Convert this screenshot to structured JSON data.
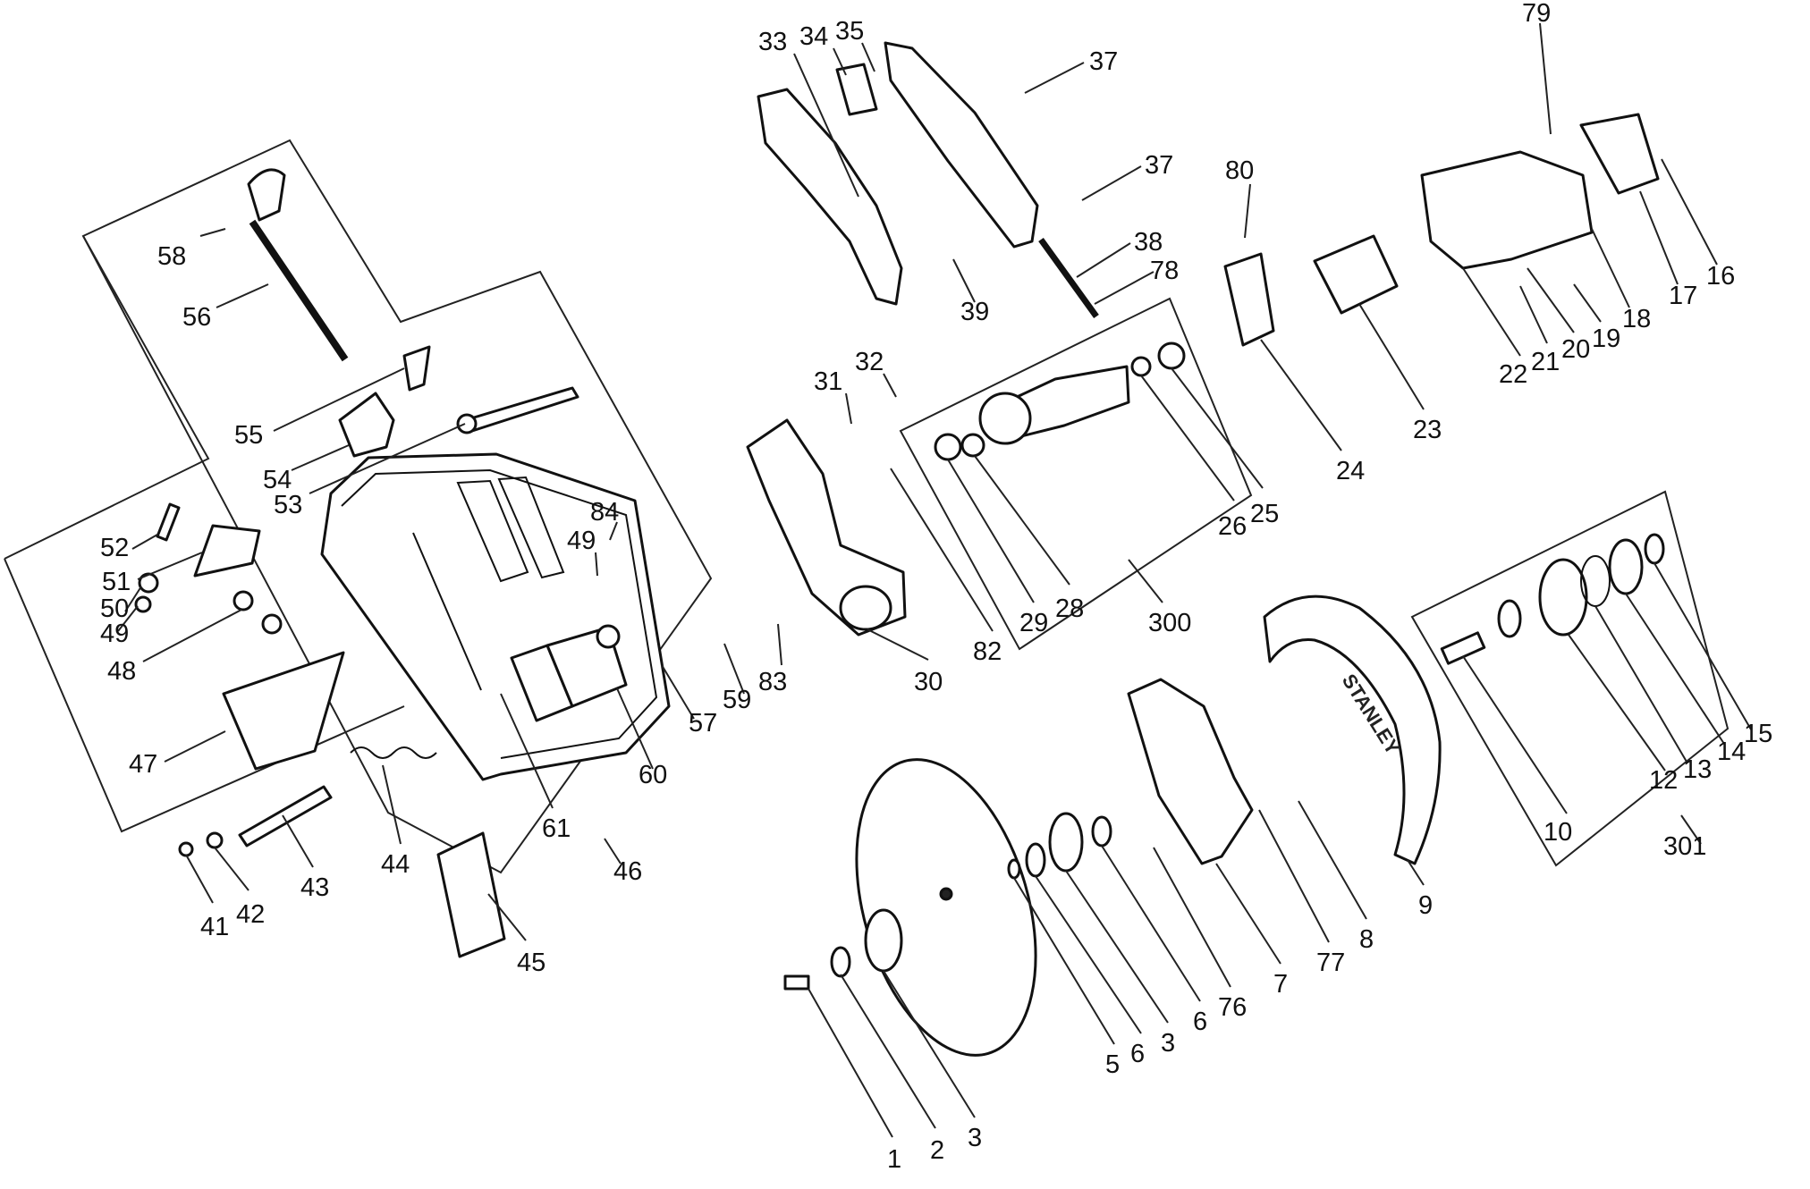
{
  "callouts": {
    "c1": "1",
    "c2": "2",
    "c3a": "3",
    "c3b": "3",
    "c5": "5",
    "c6a": "6",
    "c6b": "6",
    "c7": "7",
    "c8": "8",
    "c9": "9",
    "c10": "10",
    "c12": "12",
    "c13": "13",
    "c14": "14",
    "c15": "15",
    "c16": "16",
    "c17": "17",
    "c18": "18",
    "c19": "19",
    "c20": "20",
    "c21": "21",
    "c22": "22",
    "c23": "23",
    "c24": "24",
    "c25": "25",
    "c26": "26",
    "c28": "28",
    "c29": "29",
    "c30": "30",
    "c31": "31",
    "c32": "32",
    "c33": "33",
    "c34": "34",
    "c35": "35",
    "c37a": "37",
    "c37b": "37",
    "c38": "38",
    "c39": "39",
    "c41": "41",
    "c42": "42",
    "c43": "43",
    "c44": "44",
    "c45": "45",
    "c46": "46",
    "c47": "47",
    "c48": "48",
    "c49a": "49",
    "c49b": "49",
    "c50": "50",
    "c51": "51",
    "c52": "52",
    "c53": "53",
    "c54": "54",
    "c55": "55",
    "c56": "56",
    "c57": "57",
    "c58": "58",
    "c59": "59",
    "c60": "60",
    "c61": "61",
    "c76": "76",
    "c77": "77",
    "c78": "78",
    "c79": "79",
    "c80": "80",
    "c82": "82",
    "c83": "83",
    "c84": "84",
    "c300": "300",
    "c301": "301"
  },
  "guard_brand": "STANLEY",
  "colors": {
    "line": "#111111",
    "background": "#ffffff"
  }
}
